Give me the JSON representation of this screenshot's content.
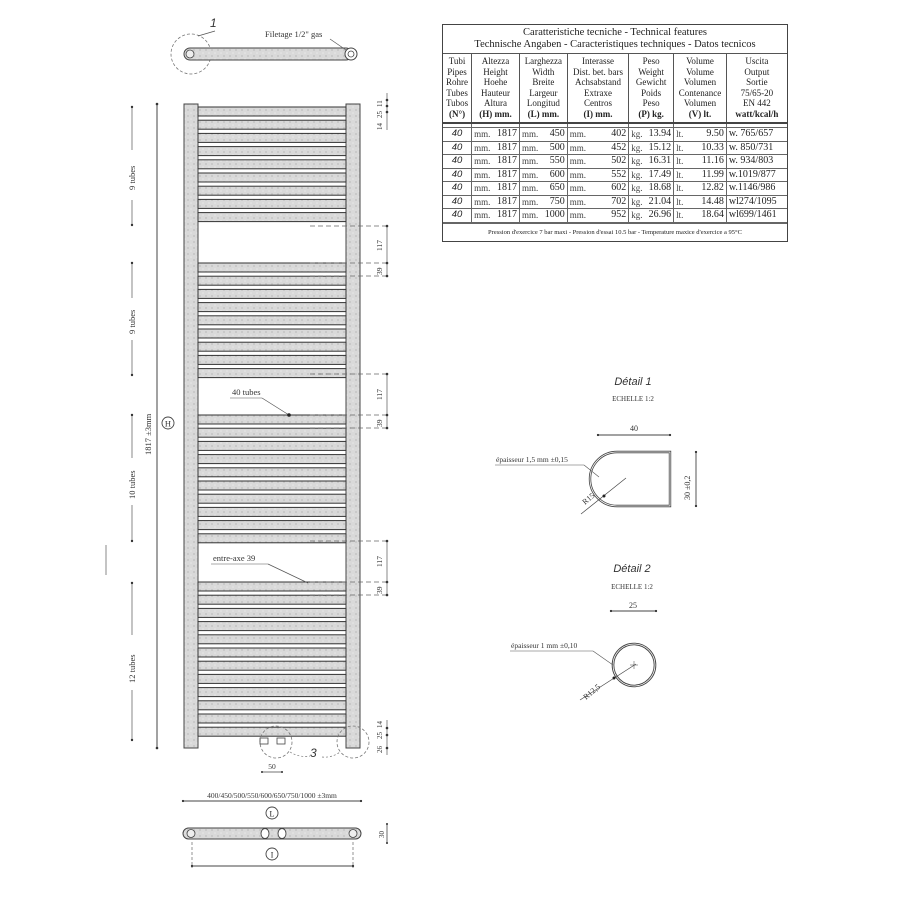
{
  "table": {
    "title_line1": "Caratteristiche tecniche - Technical features",
    "title_line2": "Technische Angaben - Caracteristiques techniques - Datos tecnicos",
    "columns": [
      {
        "lines": [
          "Tubi",
          "Pipes",
          "Rohre",
          "Tubes",
          "Tubos",
          "(N°)"
        ]
      },
      {
        "lines": [
          "Altezza",
          "Height",
          "Hoehe",
          "Hauteur",
          "Altura",
          "(H) mm."
        ]
      },
      {
        "lines": [
          "Larghezza",
          "Width",
          "Breite",
          "Largeur",
          "Longitud",
          "(L) mm."
        ]
      },
      {
        "lines": [
          "Interasse",
          "Dist. bet. bars",
          "Achsabstand",
          "Extraxe",
          "Centros",
          "(I) mm."
        ]
      },
      {
        "lines": [
          "Peso",
          "Weight",
          "Gewicht",
          "Poids",
          "Peso",
          "(P) kg."
        ]
      },
      {
        "lines": [
          "Volume",
          "Volume",
          "Volumen",
          "Contenance",
          "Volumen",
          "(V) lt."
        ]
      },
      {
        "lines": [
          "Uscita",
          "Output",
          "Sortie",
          "75/65-20",
          "EN 442",
          "watt/kcal/h"
        ]
      }
    ],
    "rows": [
      {
        "tubes": "40",
        "h_unit": "mm.",
        "height": "1817",
        "l_unit": "mm.",
        "width": "450",
        "i_unit": "mm.",
        "centers": "402",
        "p_unit": "kg.",
        "weight": "13.94",
        "v_unit": "lt.",
        "volume": "9.50",
        "output": "w.  765/657"
      },
      {
        "tubes": "40",
        "h_unit": "mm.",
        "height": "1817",
        "l_unit": "mm.",
        "width": "500",
        "i_unit": "mm.",
        "centers": "452",
        "p_unit": "kg.",
        "weight": "15.12",
        "v_unit": "lt.",
        "volume": "10.33",
        "output": "w.  850/731"
      },
      {
        "tubes": "40",
        "h_unit": "mm.",
        "height": "1817",
        "l_unit": "mm.",
        "width": "550",
        "i_unit": "mm.",
        "centers": "502",
        "p_unit": "kg.",
        "weight": "16.31",
        "v_unit": "lt.",
        "volume": "11.16",
        "output": "w.  934/803"
      },
      {
        "tubes": "40",
        "h_unit": "mm.",
        "height": "1817",
        "l_unit": "mm.",
        "width": "600",
        "i_unit": "mm.",
        "centers": "552",
        "p_unit": "kg.",
        "weight": "17.49",
        "v_unit": "lt.",
        "volume": "11.99",
        "output": "w.1019/877"
      },
      {
        "tubes": "40",
        "h_unit": "mm.",
        "height": "1817",
        "l_unit": "mm.",
        "width": "650",
        "i_unit": "mm.",
        "centers": "602",
        "p_unit": "kg.",
        "weight": "18.68",
        "v_unit": "lt.",
        "volume": "12.82",
        "output": "w.1146/986"
      },
      {
        "tubes": "40",
        "h_unit": "mm.",
        "height": "1817",
        "l_unit": "mm.",
        "width": "750",
        "i_unit": "mm.",
        "centers": "702",
        "p_unit": "kg.",
        "weight": "21.04",
        "v_unit": "lt.",
        "volume": "14.48",
        "output": "wl274/1095"
      },
      {
        "tubes": "40",
        "h_unit": "mm.",
        "height": "1817",
        "l_unit": "mm.",
        "width": "1000",
        "i_unit": "mm.",
        "centers": "952",
        "p_unit": "kg.",
        "weight": "26.96",
        "v_unit": "lt.",
        "volume": "18.64",
        "output": "wl699/1461"
      }
    ],
    "footer": "Pression d'exercice 7 bar maxi - Pression d'essai 10.5 bar - Temperature maxice d'exercice a 95°C"
  },
  "top_view": {
    "detail_marker": "1",
    "thread_label": "Filetage 1/2\" gas"
  },
  "front_view": {
    "total_tubes_label": "40 tubes",
    "spacing_label": "entre-axe 39",
    "height_dim": "1817 ±3mm",
    "height_symbol": "H",
    "groups": [
      "9 tubes",
      "9 tubes",
      "10 tubes",
      "12 tubes"
    ],
    "right_dims": {
      "top": [
        "14",
        "25",
        "11"
      ],
      "gap": "117",
      "pitch": "39",
      "bottom": [
        "14",
        "25",
        "26"
      ]
    },
    "connection_spacing": "50",
    "detail_marker": "3"
  },
  "bottom_view": {
    "width_dim": "400/450/500/550/600/650/750/1000 ±3mm",
    "width_symbol": "L",
    "centers_symbol": "I",
    "depth_dim": "30"
  },
  "detail1": {
    "title": "Détail 1",
    "scale": "ECHELLE 1:2",
    "width": "40",
    "height": "30 ±0,2",
    "thickness": "épaisseur 1,5 mm ±0,15",
    "radius": "R15"
  },
  "detail2": {
    "title": "Détail 2",
    "scale": "ECHELLE 1:2",
    "width": "25",
    "thickness": "épaisseur 1 mm ±0,10",
    "radius": "R12,5"
  }
}
